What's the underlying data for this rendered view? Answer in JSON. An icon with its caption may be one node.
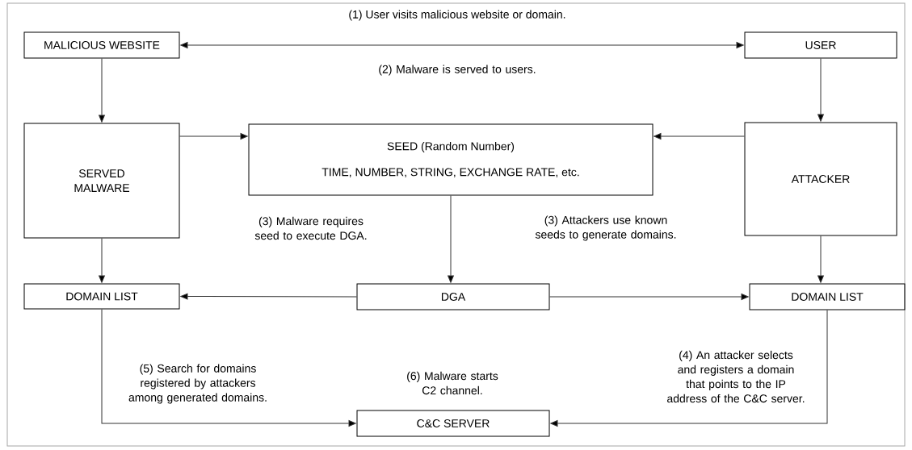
{
  "diagram": {
    "nodes": [
      {
        "text": [
          "MALICIOUS WEBSITE"
        ]
      },
      {
        "text": [
          "USER"
        ]
      },
      {
        "text": [
          "SERVED MALWARE"
        ]
      },
      {
        "text": [
          "SEED (Random Number)",
          "TIME, NUMBER, STRING, EXCHANGE RATE, etc."
        ]
      },
      {
        "text": [
          "ATTACKER"
        ]
      },
      {
        "text": [
          "DOMAIN LIST"
        ]
      },
      {
        "text": [
          "DGA"
        ]
      },
      {
        "text": [
          "DOMAIN LIST"
        ]
      },
      {
        "text": [
          "C&C SERVER"
        ]
      }
    ],
    "edges": [
      {
        "from": 0,
        "to": 1,
        "arrow": "both",
        "label": "(1) User visits malicious website or domain."
      },
      {
        "from": 0,
        "to": 2,
        "arrow": "to"
      },
      {
        "from": 1,
        "to": 4,
        "arrow": "to"
      },
      {
        "from": 2,
        "to": 3,
        "arrow": "to"
      },
      {
        "from": 4,
        "to": 3,
        "arrow": "to"
      },
      {
        "from": 3,
        "to": 6,
        "arrow": "to"
      },
      {
        "from": 2,
        "to": 5,
        "arrow": "to"
      },
      {
        "from": 4,
        "to": 7,
        "arrow": "to"
      },
      {
        "from": 6,
        "to": 5,
        "arrow": "to"
      },
      {
        "from": 6,
        "to": 7,
        "arrow": "to"
      },
      {
        "from": 5,
        "to": 8,
        "arrow": "to"
      },
      {
        "from": 7,
        "to": 8,
        "arrow": "to"
      }
    ],
    "labels": [
      "(2) Malware is served to users.",
      "(3) Malware requires seed to execute DGA.",
      "(3) Attackers use known seeds to generate domains.",
      "(4) An attacker selects and registers a domain that points to the IP address of the C&C server.",
      "(5) Search for domains registered by attackers among generated domains.",
      "(6) Malware starts C2 channel."
    ]
  }
}
